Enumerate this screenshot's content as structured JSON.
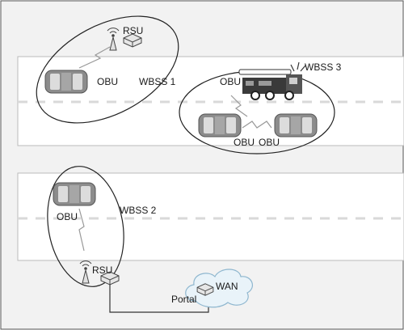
{
  "labels": {
    "rsu_top": "RSU",
    "obu_wbss1": "OBU",
    "wbss1": "WBSS 1",
    "obu_fire_truck": "OBU",
    "wbss3": "WBSS 3",
    "obu_car_left": "OBU",
    "obu_car_right": "OBU",
    "obu_wbss2": "OBU",
    "wbss2": "WBSS 2",
    "rsu_bottom": "RSU",
    "wan": "WAN",
    "portal": "Portal"
  },
  "colors": {
    "frame_fill": "#f2f2f2",
    "road_fill": "#ffffff",
    "lane_marking": "#d9d9d9",
    "car_body": "#8c8c8c",
    "car_window": "#dcdcdc",
    "cloud_fill": "#e9f3f9",
    "cloud_stroke": "#8fb7cf",
    "line": "#333333"
  }
}
